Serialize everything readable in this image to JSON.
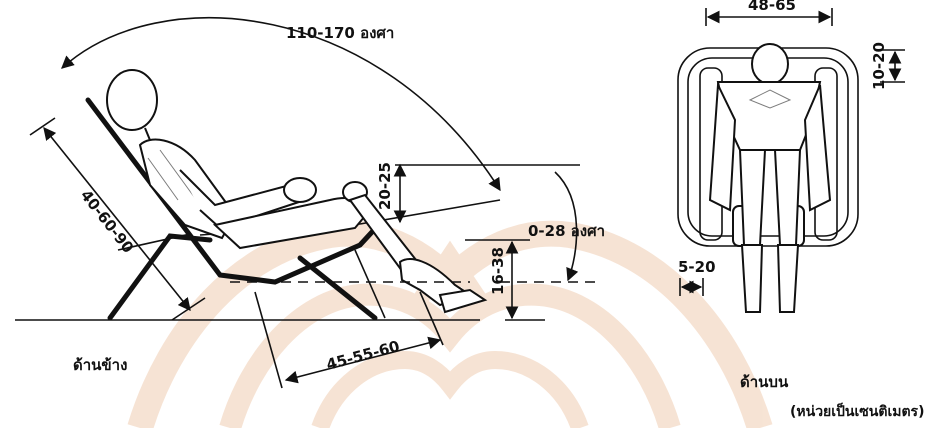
{
  "side_view": {
    "caption": "ด้านข้าง",
    "recline_angle": "110-170 องศา",
    "backrest_length": "40-60-90",
    "armrest_height": "20-25",
    "seat_tilt": "0-28 องศา",
    "seat_height": "16-38",
    "seat_depth": "45-55-60"
  },
  "top_view": {
    "caption": "ด้านบน",
    "width": "48-65",
    "back_offset": "10-20",
    "side_gap": "5-20"
  },
  "units_note": "(หน่วยเป็นเซนติเมตร)",
  "watermark": {
    "color": "#f3d6c0"
  }
}
